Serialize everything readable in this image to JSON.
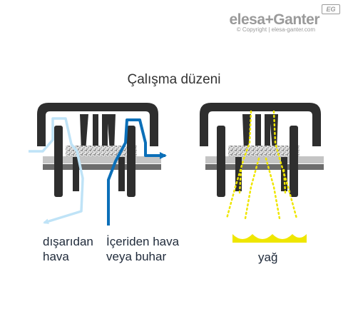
{
  "brand": {
    "logo_text": "elesa+Ganter",
    "badge_text": "EG",
    "copyright": "© Copyright | elesa-ganter.com"
  },
  "title": "Çalışma düzeni",
  "labels": {
    "outside_air": [
      "dışarıdan",
      "hava"
    ],
    "inside_air": [
      "İçeriden hava",
      "veya buhar"
    ],
    "oil": "yağ"
  },
  "colors": {
    "body": "#2e2e2e",
    "filter": "#c4c4c4",
    "light_blue": "#bfe3f7",
    "dark_blue": "#0b6fb8",
    "oil": "#efe600"
  }
}
